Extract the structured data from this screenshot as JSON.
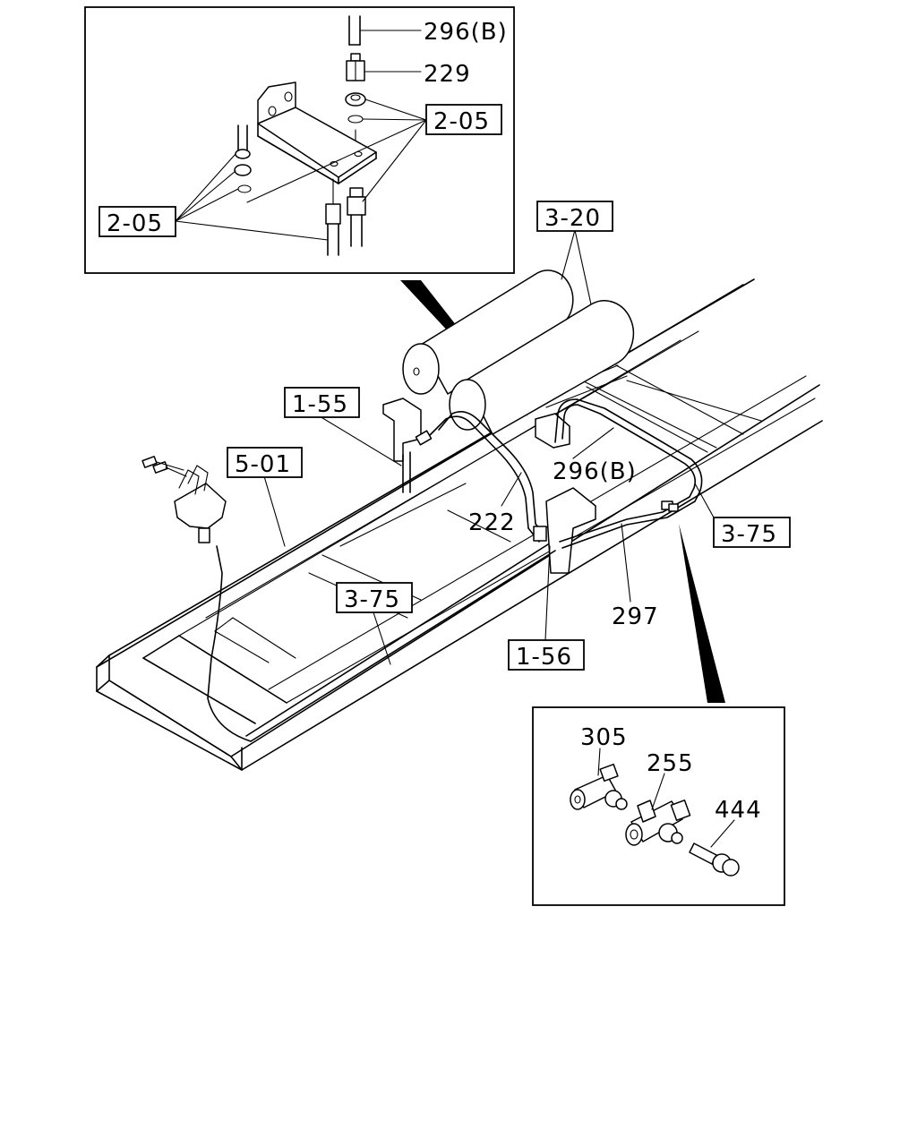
{
  "inset_top": {
    "labels": {
      "part_296b": "296(B)",
      "part_229": "229",
      "ref_205_right": "2-05",
      "ref_205_left": "2-05"
    }
  },
  "main": {
    "labels": {
      "ref_320": "3-20",
      "ref_155": "1-55",
      "ref_501": "5-01",
      "part_296b": "296(B)",
      "part_222": "222",
      "ref_375_right": "3-75",
      "ref_375_left": "3-75",
      "part_297": "297",
      "ref_156": "1-56"
    }
  },
  "inset_bottom": {
    "labels": {
      "part_305": "305",
      "part_255": "255",
      "part_444": "444"
    }
  }
}
